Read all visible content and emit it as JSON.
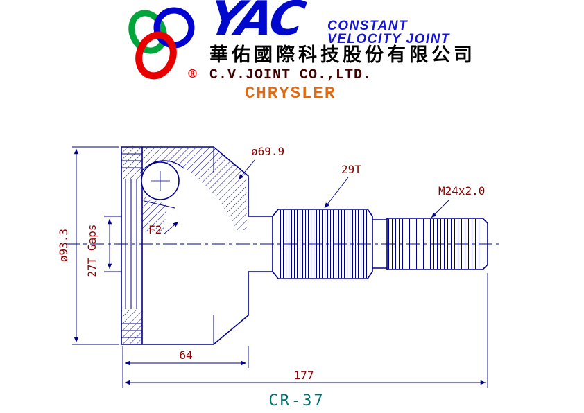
{
  "header": {
    "brand": "YAC",
    "registered_mark": "®",
    "tagline_line1": "CONSTANT",
    "tagline_line2": "VELOCITY JOINT",
    "company_cn": "華佑國際科技股份有限公司",
    "company_en": "C.V.JOINT CO.,LTD.",
    "vehicle_make": "CHRYSLER"
  },
  "drawing": {
    "part_number": "CR-37",
    "dimensions": {
      "bell_diameter": "ø93.3",
      "inner_spline": "27T Gaps",
      "groove": "F2",
      "outer_diameter": "ø69.9",
      "shaft_spline": "29T",
      "thread": "M24x2.0",
      "bell_length": "64",
      "total_length": "177"
    },
    "colors": {
      "line_navy": "#00008B",
      "dimension_text_maroon": "#8B0000",
      "part_number_teal": "#007070",
      "brand_blue": "#0008CC",
      "tagline_blue": "#1414DC",
      "company_en_dark_red": "#400000",
      "vehicle_make_orange": "#DD6A14",
      "ring_green": "#00A53C",
      "ring_blue": "#0000D0",
      "ring_red": "#E80000"
    }
  }
}
